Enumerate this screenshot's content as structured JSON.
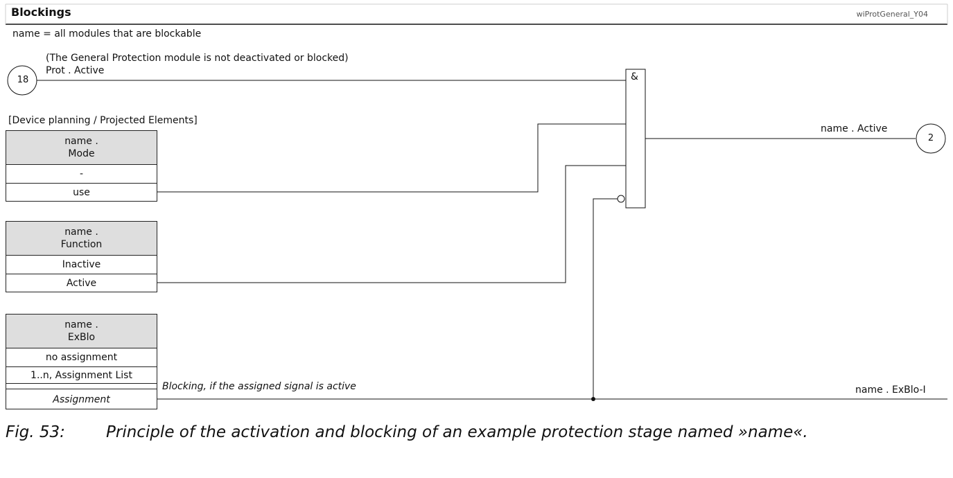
{
  "header": {
    "title": "Blockings",
    "reference": "wiProtGeneral_Y04",
    "subtitle": "name = all modules that are blockable"
  },
  "input_signal": {
    "note": "(The General Protection module is not deactivated or blocked)",
    "label": "Prot . Active",
    "connector": "18"
  },
  "device_planning_label": "[Device planning / Projected Elements]",
  "boxes": {
    "mode": {
      "header_line1": "name .",
      "header_line2": "Mode",
      "rows": [
        "-",
        "use"
      ]
    },
    "function": {
      "header_line1": "name .",
      "header_line2": "Function",
      "rows": [
        "Inactive",
        "Active"
      ]
    },
    "exblo": {
      "header_line1": "name .",
      "header_line2": "ExBlo",
      "rows": [
        "no assignment",
        "1..n, Assignment List",
        "Assignment"
      ]
    }
  },
  "gate": {
    "symbol": "&"
  },
  "outputs": {
    "active": {
      "label": "name . Active",
      "connector": "2"
    },
    "exblo": {
      "label": "name . ExBlo-I"
    }
  },
  "blocking_note": "Blocking, if the assigned signal is active",
  "caption": {
    "number": "Fig. 53:",
    "text": "Principle of the activation and blocking of an example protection stage named »name«."
  }
}
